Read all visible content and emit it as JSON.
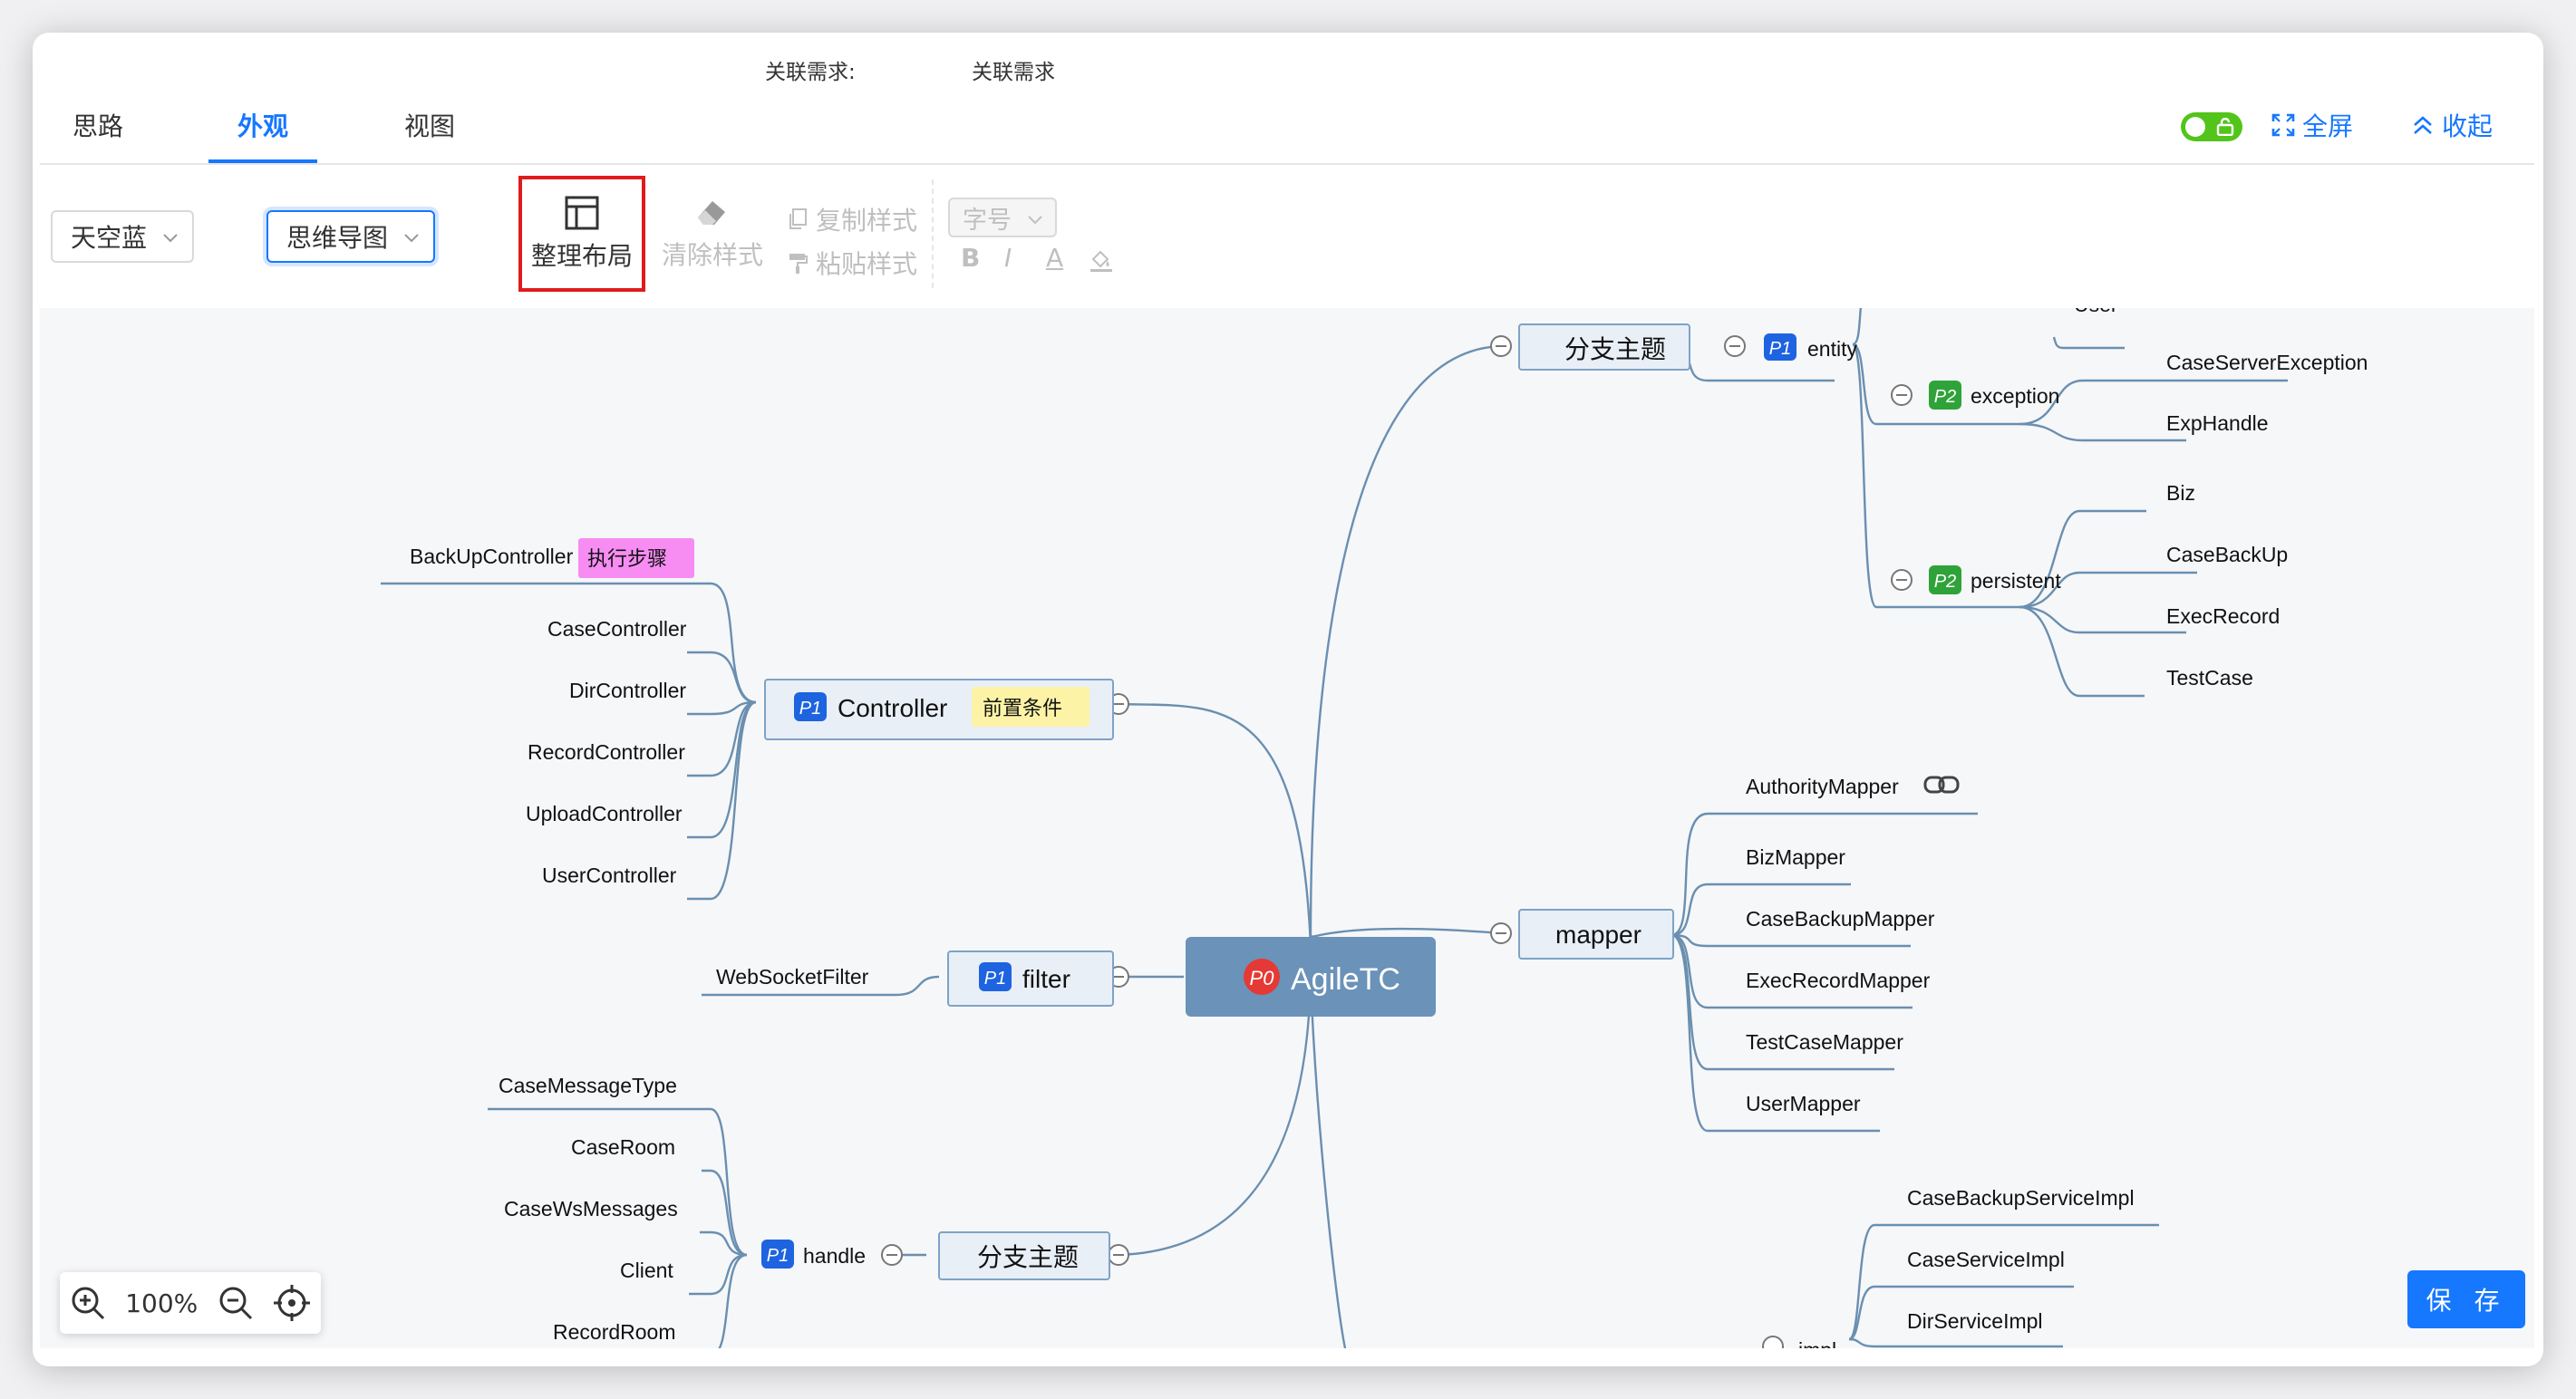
{
  "header": {
    "assoc_label": "关联需求:",
    "assoc_value": "关联需求"
  },
  "tabs": [
    {
      "label": "思路",
      "active": false
    },
    {
      "label": "外观",
      "active": true
    },
    {
      "label": "视图",
      "active": false
    }
  ],
  "top_right": {
    "fullscreen_label": "全屏",
    "collapse_label": "收起",
    "toggle_on": true
  },
  "toolbar": {
    "theme_value": "天空蓝",
    "layout_type_value": "思维导图",
    "arrange_layout_label": "整理布局",
    "clear_style_label": "清除样式",
    "copy_style_label": "复制样式",
    "paste_style_label": "粘贴样式",
    "font_size_placeholder": "字号",
    "bold": "B",
    "italic": "I",
    "font_color": "A"
  },
  "mindmap": {
    "root": {
      "priority": "P0",
      "label": "AgileTC"
    },
    "branch_topic_top": "分支主题",
    "entity": {
      "priority": "P1",
      "label": "entity"
    },
    "entity_partial": "User",
    "exception": {
      "priority": "P2",
      "label": "exception",
      "children": [
        "CaseServerException",
        "ExpHandle"
      ]
    },
    "persistent": {
      "priority": "P2",
      "label": "persistent",
      "children": [
        "Biz",
        "CaseBackUp",
        "ExecRecord",
        "TestCase"
      ]
    },
    "controller": {
      "priority": "P1",
      "label": "Controller",
      "tag": "前置条件"
    },
    "controller_children": [
      {
        "label": "BackUpController",
        "tag": "执行步骤"
      },
      {
        "label": "CaseController"
      },
      {
        "label": "DirController"
      },
      {
        "label": "RecordController"
      },
      {
        "label": "UploadController"
      },
      {
        "label": "UserController"
      }
    ],
    "filter": {
      "priority": "P1",
      "label": "filter",
      "children": [
        "WebSocketFilter"
      ]
    },
    "mapper": {
      "label": "mapper",
      "children": [
        "AuthorityMapper",
        "BizMapper",
        "CaseBackupMapper",
        "ExecRecordMapper",
        "TestCaseMapper",
        "UserMapper"
      ]
    },
    "branch_topic_bottom": "分支主题",
    "handle": {
      "priority": "P1",
      "label": "handle",
      "children": [
        "CaseMessageType",
        "CaseRoom",
        "CaseWsMessages",
        "Client",
        "RecordRoom"
      ]
    },
    "service_children": [
      "CaseBackupServiceImpl",
      "CaseServiceImpl",
      "DirServiceImpl"
    ],
    "service_partial": "impl"
  },
  "zoom": {
    "level": "100%"
  },
  "save_label": "保 存",
  "colors": {
    "accent": "#1677ff",
    "root_fill": "#6b92b8",
    "branch_fill": "#e8eff7",
    "branch_stroke": "#7ea3c6",
    "edge": "#6a8fb0",
    "p0": "#e53935",
    "p1": "#1e63e0",
    "p2": "#2fa33a",
    "tag_pink": "#f78cf3",
    "tag_yellow": "#fdf3a6",
    "highlight_box": "#e11b1b"
  }
}
